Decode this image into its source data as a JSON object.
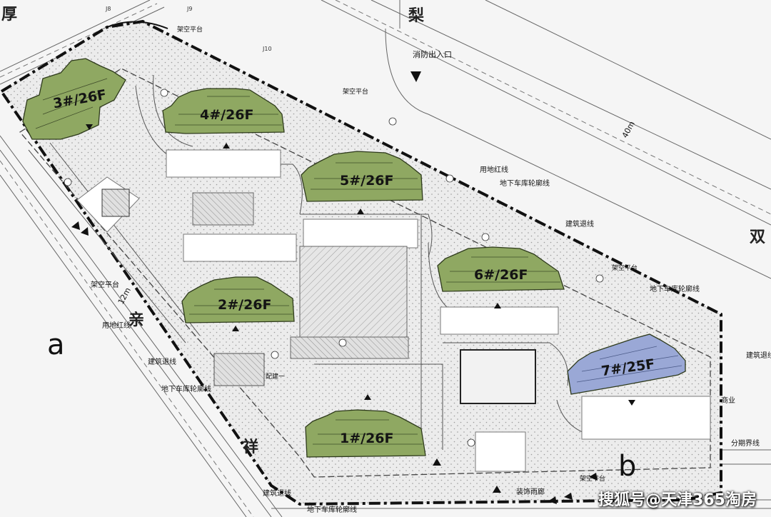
{
  "roads": {
    "top_left": "厚",
    "top_mid": "梨",
    "right": "双",
    "left_1": "亲",
    "left_2": "祥"
  },
  "edge_letters": {
    "a": "a",
    "b": "b"
  },
  "buildings": [
    {
      "label": "3#/26F",
      "color": "#8fa862"
    },
    {
      "label": "4#/26F",
      "color": "#8fa862"
    },
    {
      "label": "5#/26F",
      "color": "#8fa862"
    },
    {
      "label": "6#/26F",
      "color": "#8fa862"
    },
    {
      "label": "2#/26F",
      "color": "#8fa862"
    },
    {
      "label": "1#/26F",
      "color": "#8fa862"
    },
    {
      "label": "7#/25F",
      "color": "#9aa8d6"
    }
  ],
  "annotations": {
    "jiakong_top": "架空平台",
    "jiakong_mid": "架空平台",
    "jiakong_right": "架空平台",
    "jiakong_left": "架空平台",
    "jiakong_bottom": "架空平台",
    "fire_entry": "消防出入口",
    "red_line_top": "用地红线",
    "basement_top": "地下车库轮廓线",
    "jianzhu_top": "建筑退线",
    "basement_right": "地下车库轮廓线",
    "jianzhu_right": "建筑退线",
    "red_line_left": "用地红线",
    "jianzhu_left": "建筑退线",
    "basement_left": "地下车库轮廓线",
    "jianzhu_bottom": "建筑退线",
    "basement_bottom": "地下车库轮廓线",
    "peijian": "配建一",
    "shangye": "商业",
    "fenqi": "分期界线",
    "zhuangshi": "装饰雨廊",
    "width_top": "40m",
    "width_left": "12m",
    "grid_j8": "J8",
    "grid_j9": "J9",
    "grid_j10": "J10"
  },
  "watermark": "搜狐号@天津365淘房"
}
